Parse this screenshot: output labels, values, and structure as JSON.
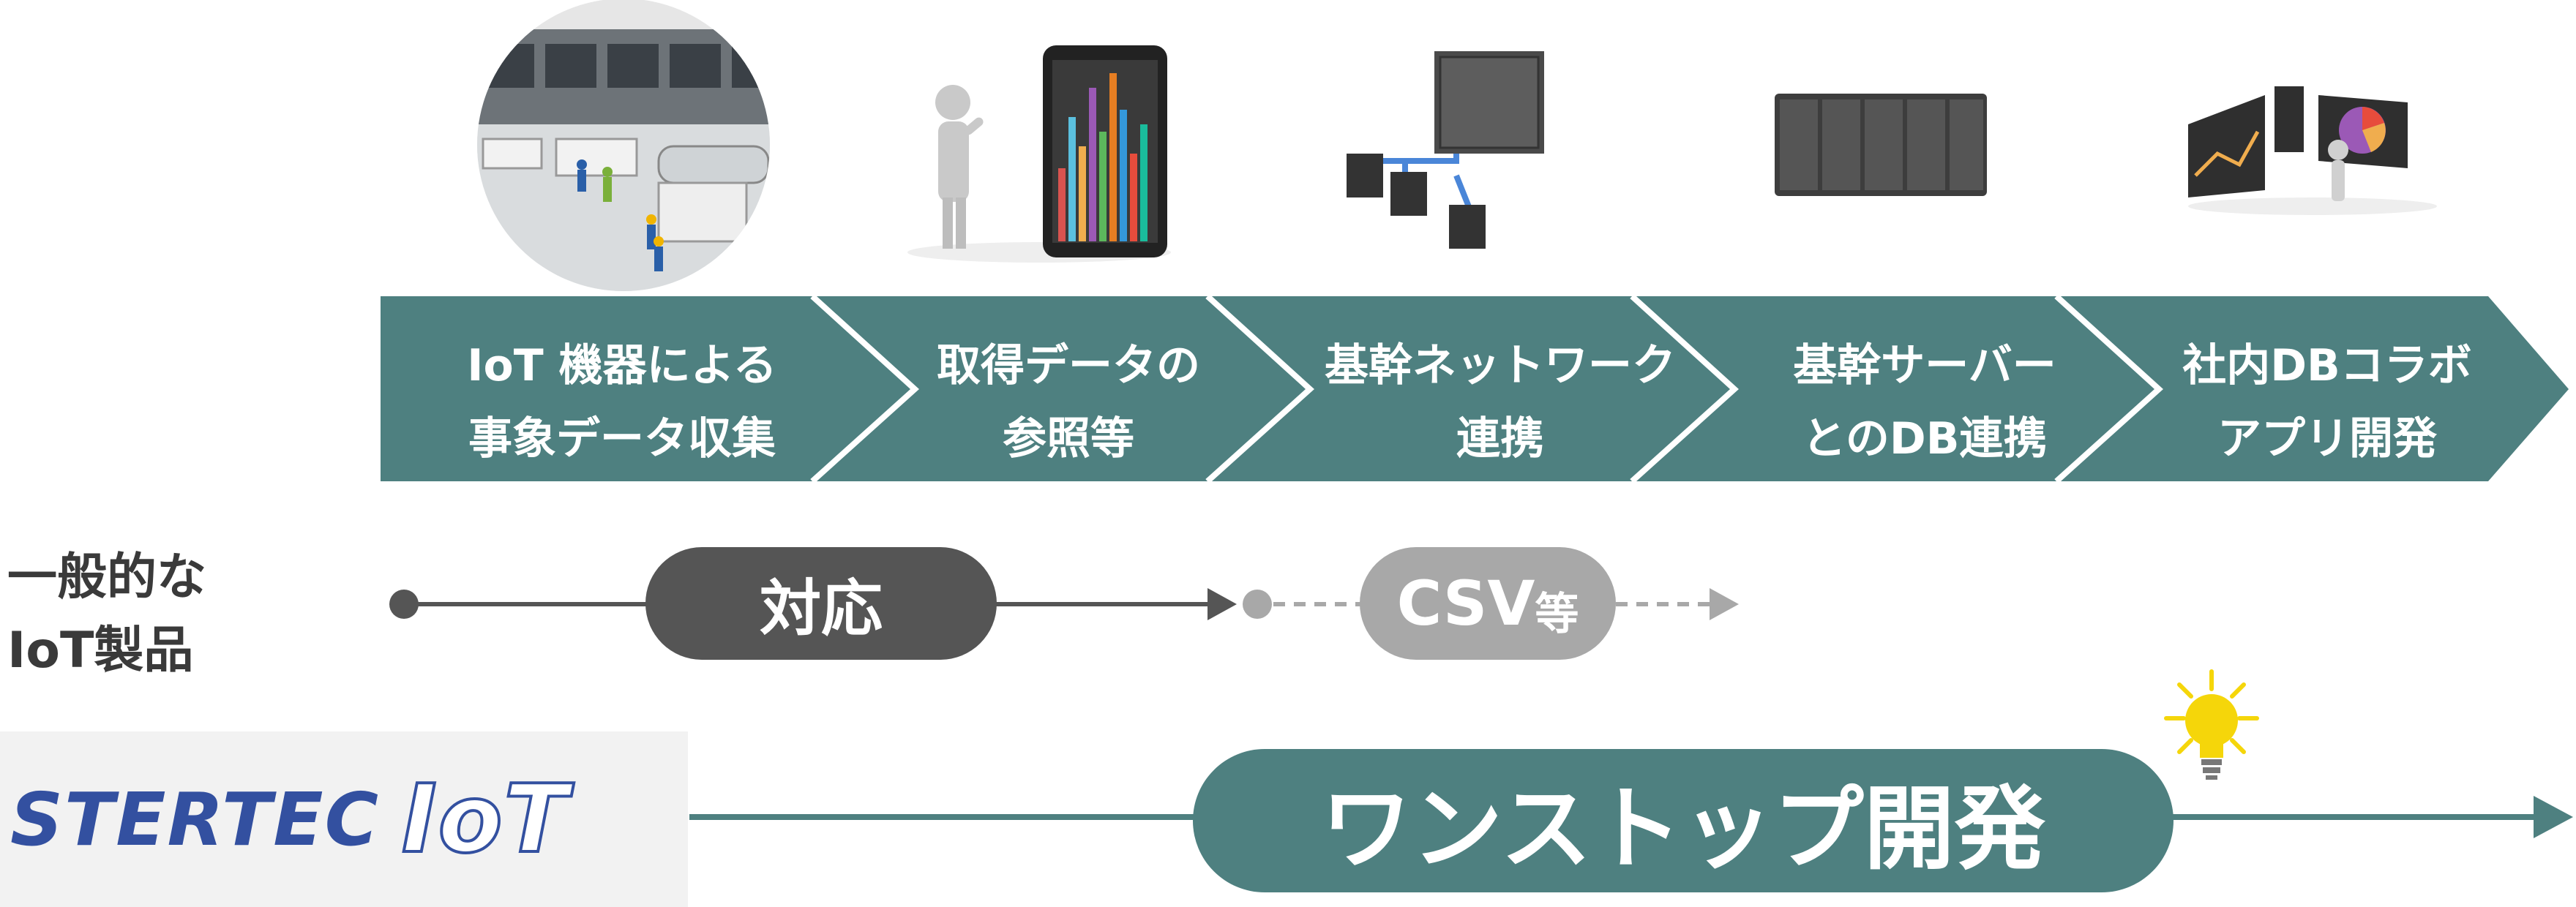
{
  "colors": {
    "flow_teal": "#4e8080",
    "dark_pill": "#555555",
    "light_pill": "#a8a8a8",
    "label_text": "#3a3a3a",
    "logo_blue": "#3350a0",
    "bulb_yellow": "#f5d60a"
  },
  "illustrations": [
    {
      "name": "factory-photo",
      "icon": "factory-floor-circle"
    },
    {
      "name": "person-with-tablet-chart",
      "icon": "tablet-bar-chart"
    },
    {
      "name": "network-servers",
      "icon": "server-network"
    },
    {
      "name": "server-rack",
      "icon": "server-rack"
    },
    {
      "name": "person-with-dashboard",
      "icon": "dashboard-screens"
    }
  ],
  "steps": [
    {
      "line1": "IoT 機器による",
      "line2": "事象データ収集"
    },
    {
      "line1": "取得データの",
      "line2": "参照等"
    },
    {
      "line1": "基幹ネットワーク",
      "line2": "連携"
    },
    {
      "line1": "基幹サーバー",
      "line2": "とのDB連携"
    },
    {
      "line1": "社内DBコラボ",
      "line2": "アプリ開発"
    }
  ],
  "general_product": {
    "label_line1": "一般的な",
    "label_line2": "IoT製品",
    "supported_label": "対応",
    "csv_label": "CSV",
    "csv_suffix": "等"
  },
  "stertec": {
    "logo_text": "STERTEC",
    "logo_iot": "IoT",
    "one_stop_label": "ワンストップ開発",
    "icon": "lightbulb-icon"
  }
}
